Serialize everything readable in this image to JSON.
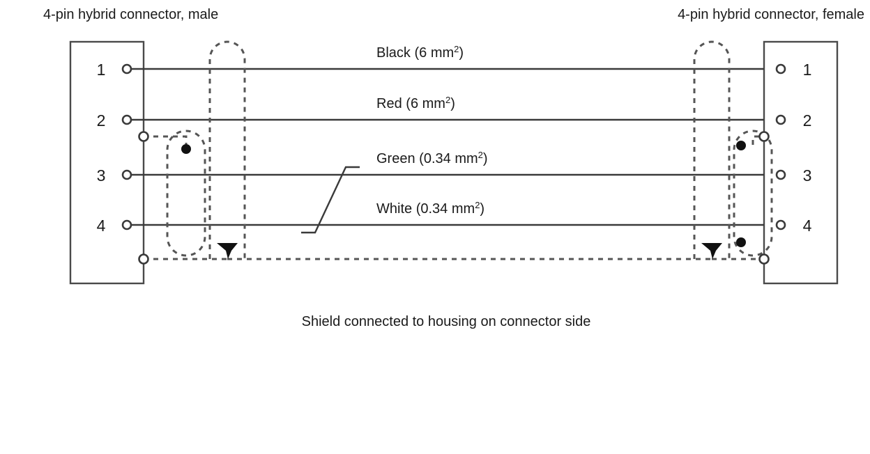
{
  "diagram": {
    "title_left": "4-pin hybrid connector, male",
    "title_right": "4-pin hybrid connector, female",
    "caption": "Shield connected to housing on connector side",
    "line_color": "#3a3a3a",
    "box_stroke_color": "#4a4a4a",
    "shield_color": "#555555",
    "marker_color": "#111111",
    "background": "#ffffff"
  },
  "left_connector": {
    "name": "4-pin hybrid connector, male",
    "pins": [
      {
        "number": "1"
      },
      {
        "number": "2"
      },
      {
        "number": "3"
      },
      {
        "number": "4"
      }
    ],
    "shield_terminals": [
      {
        "id": "upper"
      },
      {
        "id": "lower"
      }
    ]
  },
  "right_connector": {
    "name": "4-pin hybrid connector, female",
    "pins": [
      {
        "number": "1"
      },
      {
        "number": "2"
      },
      {
        "number": "3"
      },
      {
        "number": "4"
      }
    ],
    "shield_terminals": [
      {
        "id": "upper"
      },
      {
        "id": "lower"
      }
    ]
  },
  "wires": [
    {
      "pin": "1",
      "color_name": "Black",
      "cross_section": "6",
      "unit": "mm",
      "exponent": "2",
      "label_open": "(",
      "label_close": ")"
    },
    {
      "pin": "2",
      "color_name": "Red",
      "cross_section": "6",
      "unit": "mm",
      "exponent": "2",
      "label_open": "(",
      "label_close": ")"
    },
    {
      "pin": "3",
      "color_name": "Green",
      "cross_section": "0.34",
      "unit": "mm",
      "exponent": "2",
      "label_open": "(",
      "label_close": ")"
    },
    {
      "pin": "4",
      "color_name": "White",
      "cross_section": "0.34",
      "unit": "mm",
      "exponent": "2",
      "label_open": "(",
      "label_close": ")"
    }
  ],
  "annotations": {
    "twisted_pair_marker": "twisted pair marker between Green and White wires",
    "shield_note": "Shield connected to housing on connector side"
  }
}
